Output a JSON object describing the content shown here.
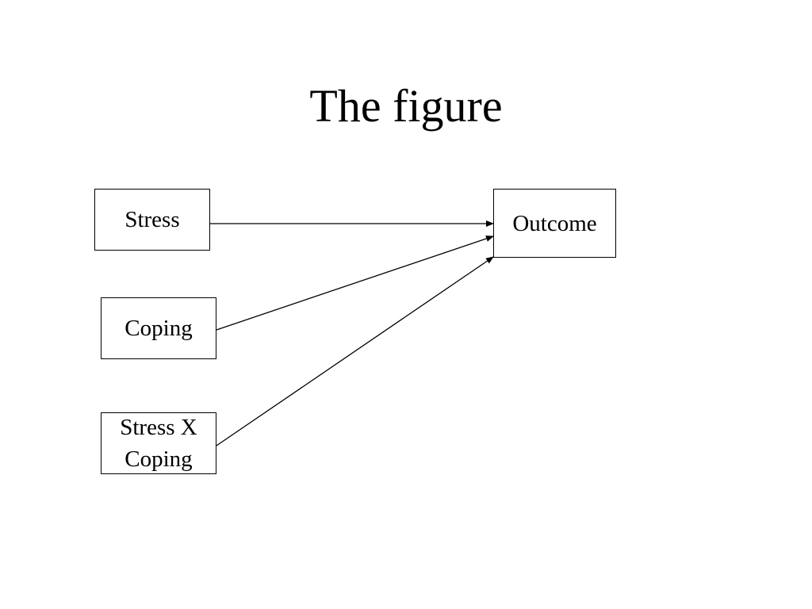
{
  "title": "The figure",
  "nodes": {
    "stress": "Stress",
    "coping": "Coping",
    "interaction": "Stress X\nCoping",
    "outcome": "Outcome"
  },
  "edges": [
    {
      "from": "Stress",
      "to": "Outcome"
    },
    {
      "from": "Coping",
      "to": "Outcome"
    },
    {
      "from": "Stress X Coping",
      "to": "Outcome"
    }
  ],
  "colors": {
    "background": "#ffffff",
    "line": "#000000",
    "text": "#000000"
  }
}
